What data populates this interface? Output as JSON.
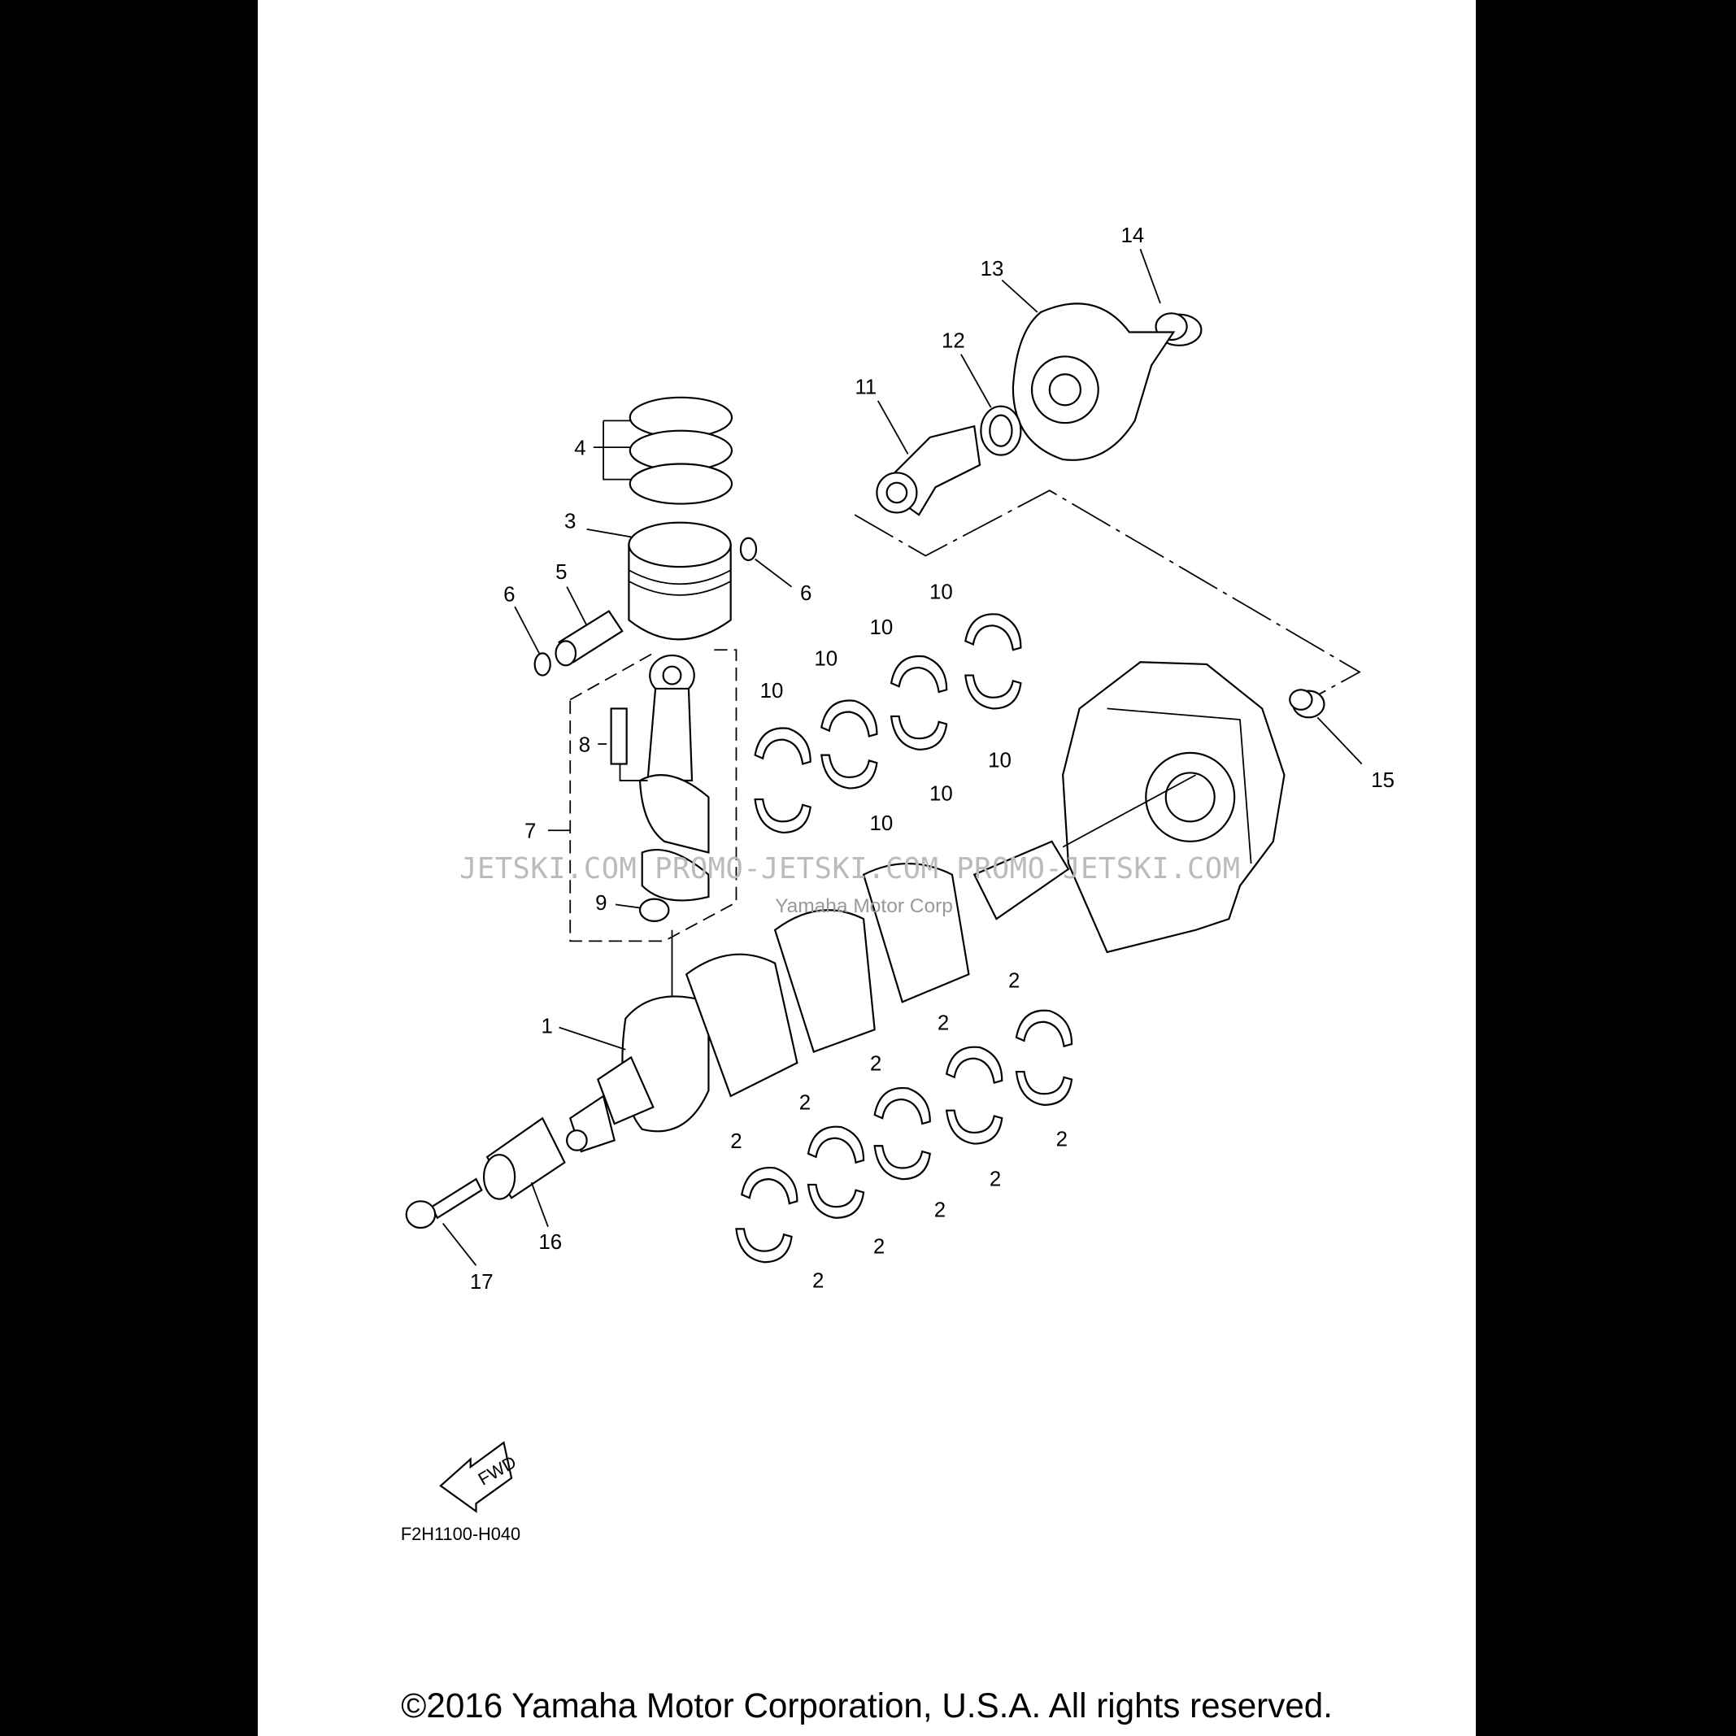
{
  "diagram": {
    "callouts": [
      "14",
      "13",
      "12",
      "11",
      "4",
      "3",
      "5",
      "6",
      "6",
      "10",
      "10",
      "10",
      "10",
      "8",
      "10",
      "10",
      "10",
      "7",
      "15",
      "9",
      "2",
      "1",
      "2",
      "2",
      "2",
      "2",
      "2",
      "2",
      "2",
      "2",
      "16",
      "2",
      "17"
    ],
    "fwd_label": "FWD",
    "diagram_code": "F2H1100-H040",
    "watermark": "JETSKI.COM   PROMO-JETSKI.COM   PROMO-JETSKI.COM",
    "watermark_faint": "Yamaha Motor Corp"
  },
  "footer": {
    "copyright": "©2016 Yamaha Motor Corporation, U.S.A. All rights reserved."
  }
}
